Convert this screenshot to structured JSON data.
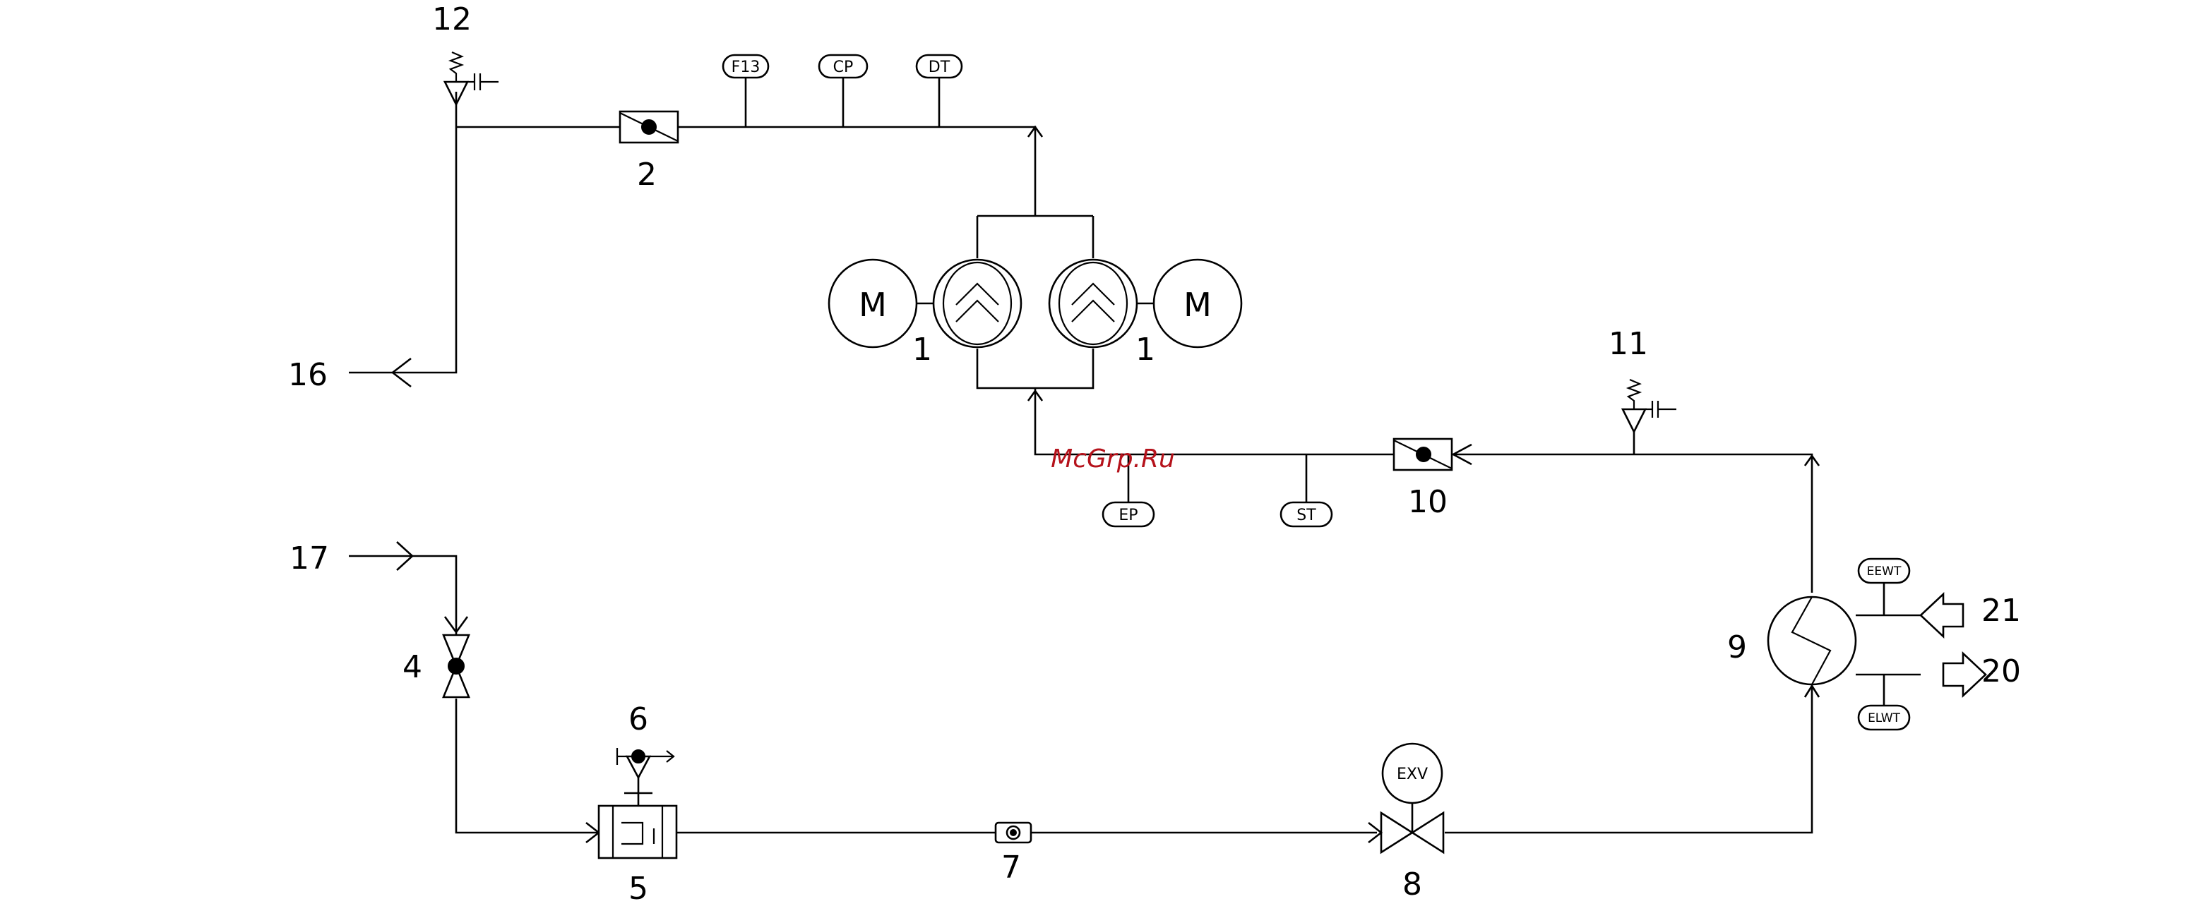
{
  "labels": {
    "c1a": "1",
    "c1b": "1",
    "c2": "2",
    "c4": "4",
    "c5": "5",
    "c6": "6",
    "c7": "7",
    "c8": "8",
    "c9": "9",
    "c10": "10",
    "c11": "11",
    "c12": "12",
    "c16": "16",
    "c17": "17",
    "c20": "20",
    "c21": "21"
  },
  "sensors": {
    "f13": "F13",
    "cp": "CP",
    "dt": "DT",
    "ep": "EP",
    "st": "ST",
    "eewt": "EEWT",
    "elwt": "ELWT",
    "exv": "EXV"
  },
  "motor": {
    "left": "M",
    "right": "M"
  },
  "watermark": "McGrp.Ru"
}
